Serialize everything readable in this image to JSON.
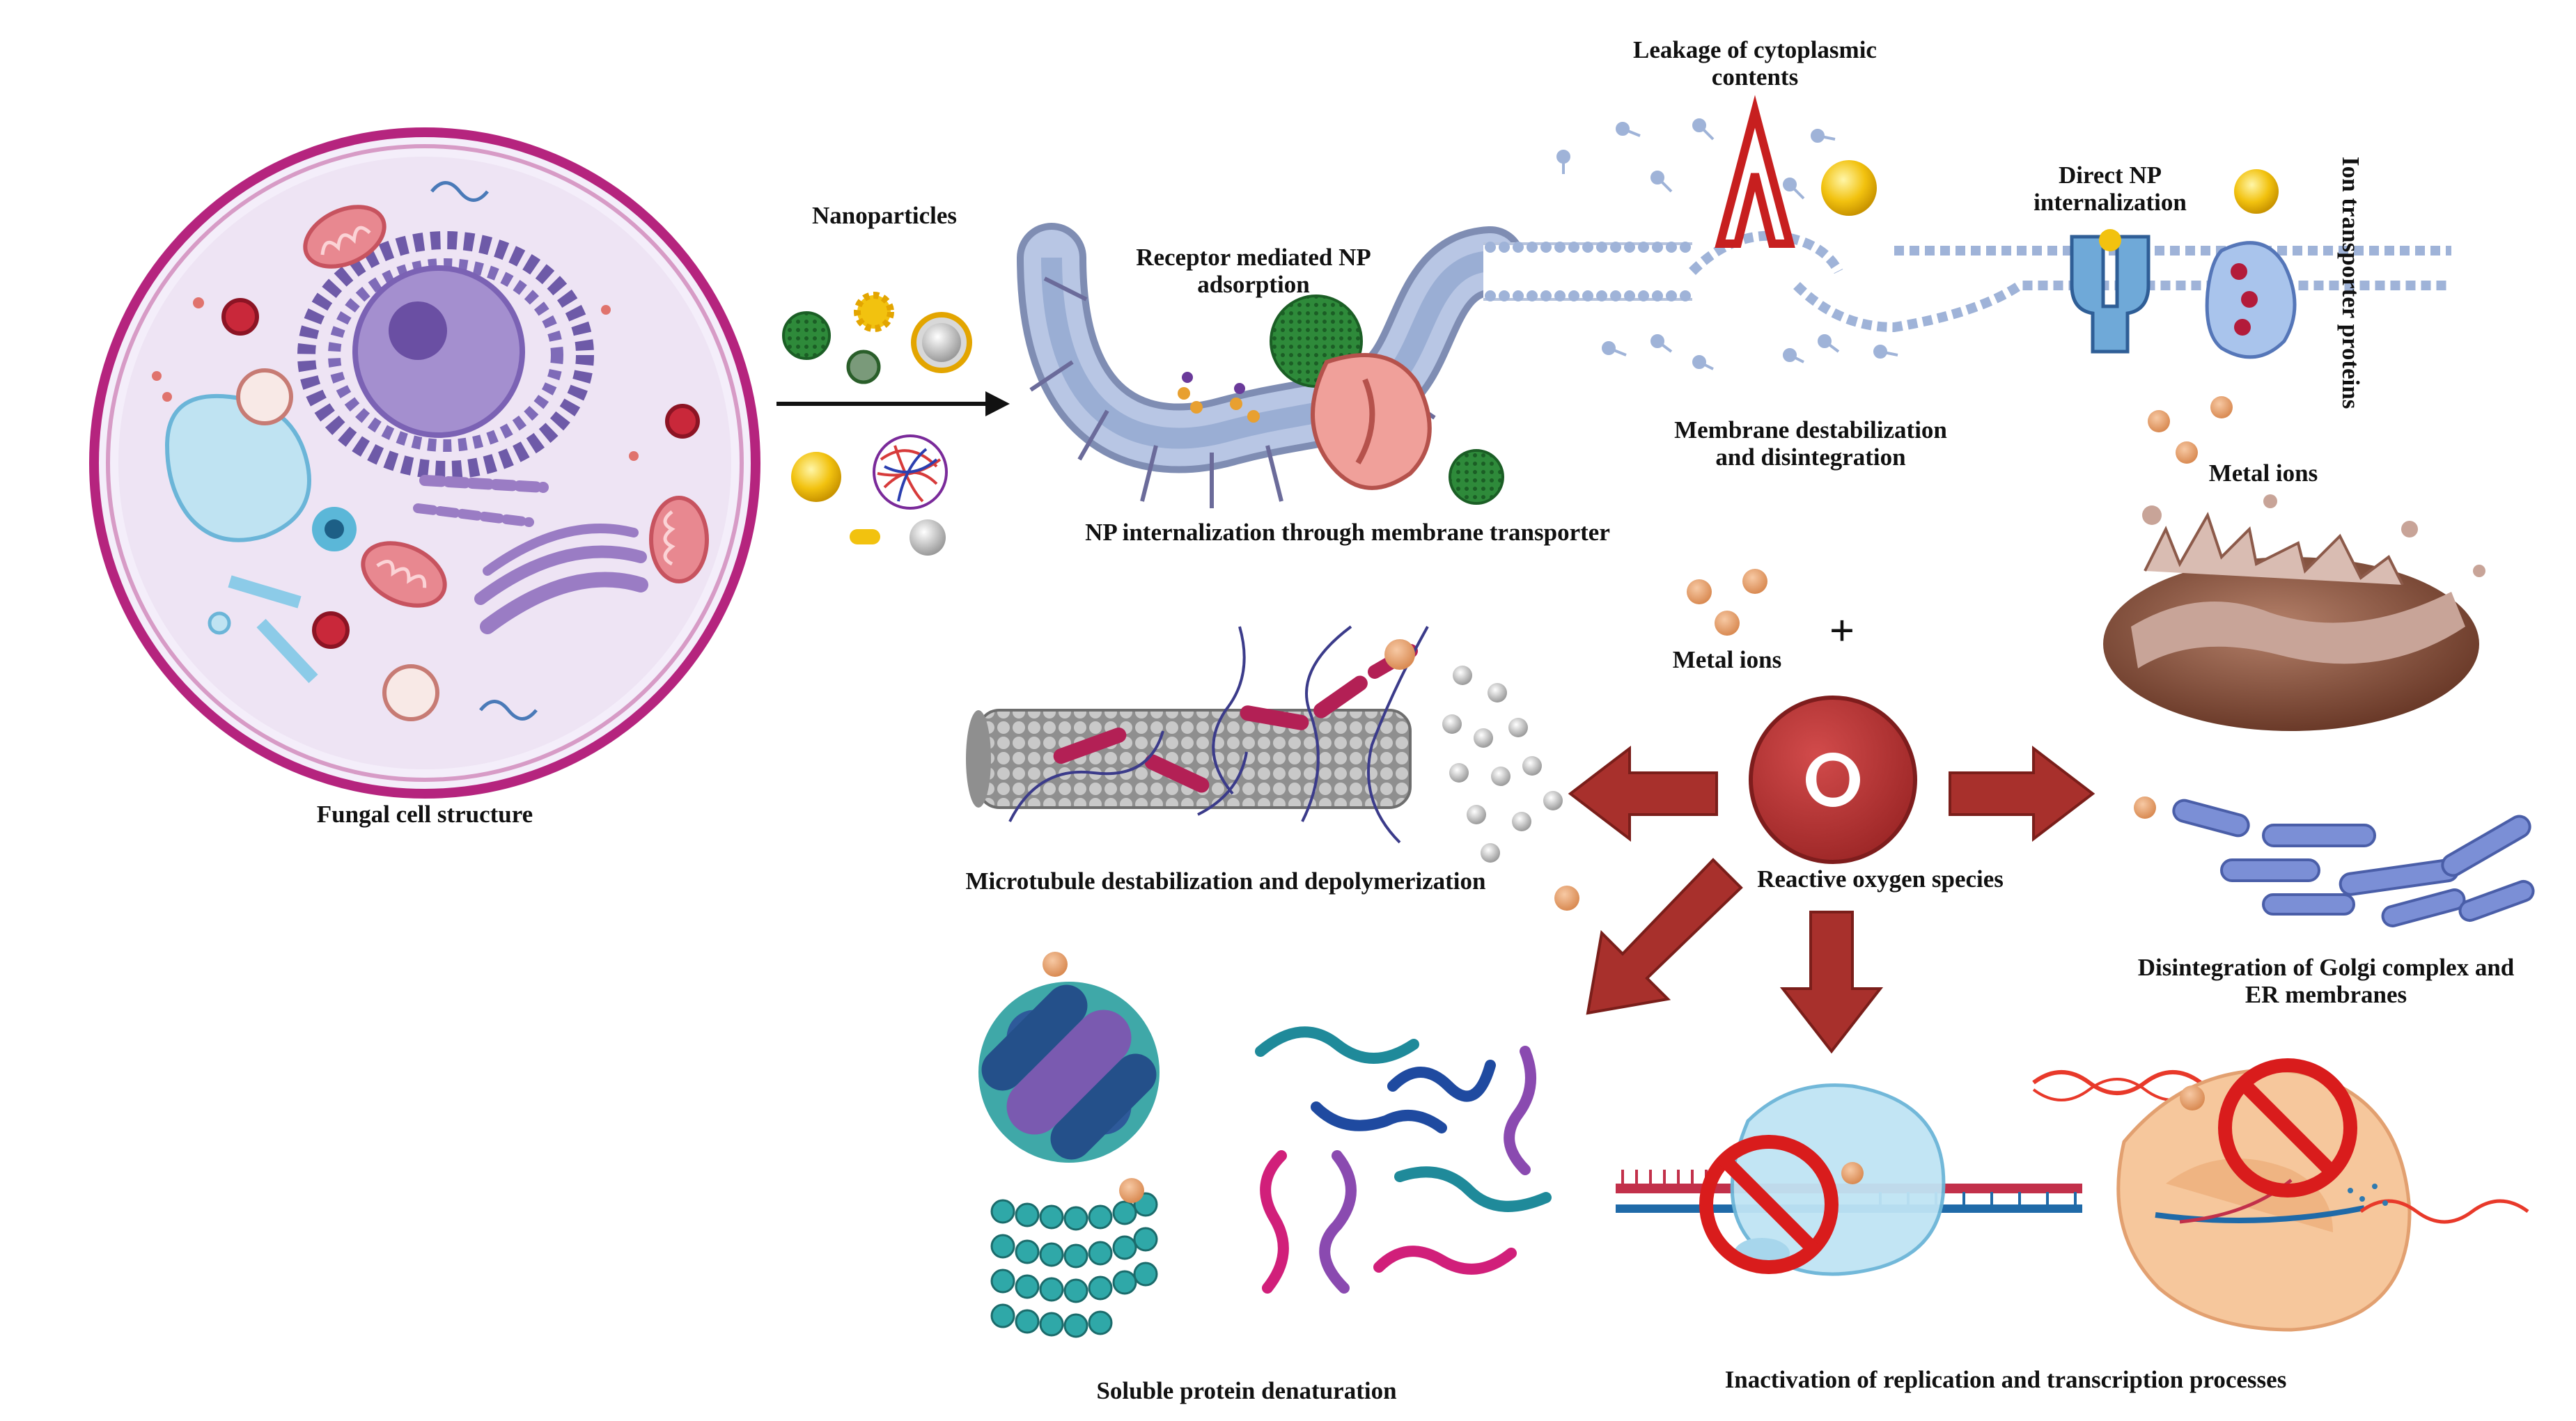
{
  "labels": {
    "fungal_cell": "Fungal cell structure",
    "nanoparticles": "Nanoparticles",
    "receptor_line1": "Receptor mediated NP",
    "receptor_line2": "adsorption",
    "np_internalization_transporter": "NP internalization through membrane transporter",
    "leakage_line1": "Leakage of cytoplasmic",
    "leakage_line2": "contents",
    "membrane_line1": "Membrane destabilization",
    "membrane_line2": "and disintegration",
    "direct_np_line1": "Direct NP",
    "direct_np_line2": "internalization",
    "ion_transporter": "Ion transporter proteins",
    "metal_ions_top": "Metal ions",
    "metal_ions_mid": "Metal ions",
    "plus": "+",
    "ros_symbol": "O",
    "ros": "Reactive oxygen species",
    "microtubule": "Microtubule destabilization and depolymerization",
    "golgi_line1": "Disintegration of Golgi complex and",
    "golgi_line2": "ER membranes",
    "protein": "Soluble protein denaturation",
    "replication": "Inactivation of replication and transcription processes"
  },
  "colors": {
    "ros": "#b83a3a",
    "arrow": "#a8302c",
    "cell_wall": "#b5247e",
    "cytoplasm": "#eee4f4",
    "membrane": "#9aaed4",
    "metal_ion": "#e8a070",
    "gold_np": "#f2c20f",
    "green_np": "#2f8c3a",
    "inhibit": "#d91c1c"
  },
  "icons": [
    "fungal-cell-icon",
    "nanoparticle-icon",
    "membrane-icon",
    "receptor-icon",
    "ion-channel-icon",
    "ros-icon",
    "microtubule-icon",
    "mitochondria-icon",
    "golgi-icon",
    "protein-icon",
    "dna-icon",
    "ribosome-icon",
    "prohibit-icon"
  ]
}
